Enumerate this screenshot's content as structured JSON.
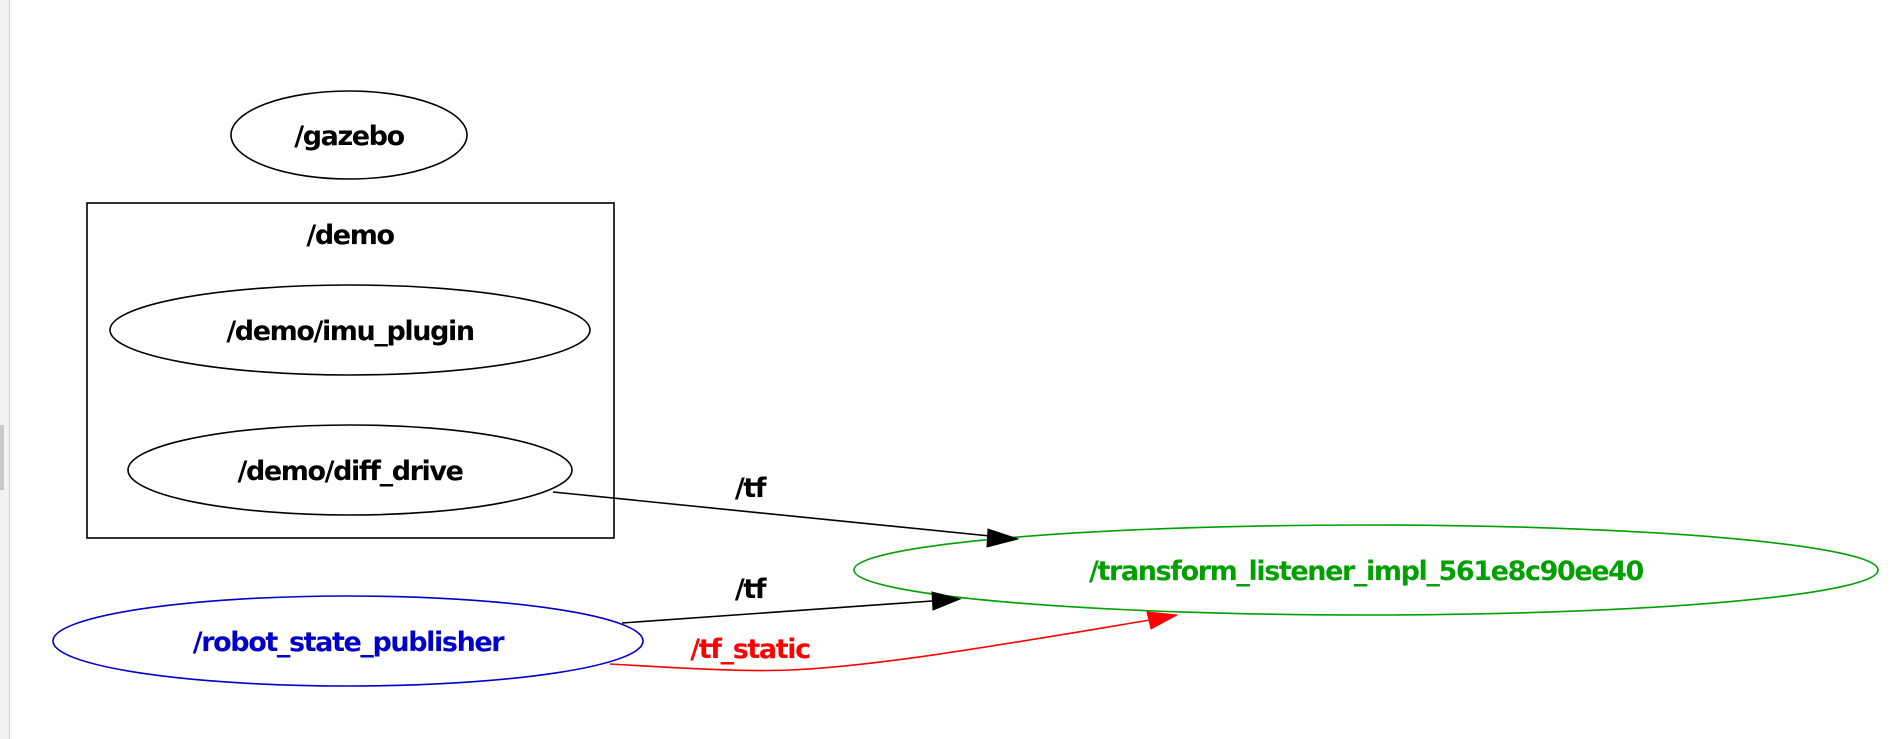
{
  "graph": {
    "nodes": {
      "gazebo": {
        "label": "/gazebo",
        "color": "#000000"
      },
      "imu_plugin": {
        "label": "/demo/imu_plugin",
        "color": "#000000"
      },
      "diff_drive": {
        "label": "/demo/diff_drive",
        "color": "#000000"
      },
      "robot_state_publisher": {
        "label": "/robot_state_publisher",
        "color": "#0000c8"
      },
      "transform_listener": {
        "label": "/transform_listener_impl_561e8c90ee40",
        "color": "#00a000"
      }
    },
    "clusters": {
      "demo": {
        "label": "/demo"
      }
    },
    "edges": {
      "diff_drive_tf": {
        "label": "/tf",
        "from": "/demo/diff_drive",
        "to": "/transform_listener_impl_561e8c90ee40",
        "color": "#000000"
      },
      "rsp_tf": {
        "label": "/tf",
        "from": "/robot_state_publisher",
        "to": "/transform_listener_impl_561e8c90ee40",
        "color": "#000000"
      },
      "rsp_tf_static": {
        "label": "/tf_static",
        "from": "/robot_state_publisher",
        "to": "/transform_listener_impl_561e8c90ee40",
        "color": "#ff0000"
      }
    }
  }
}
